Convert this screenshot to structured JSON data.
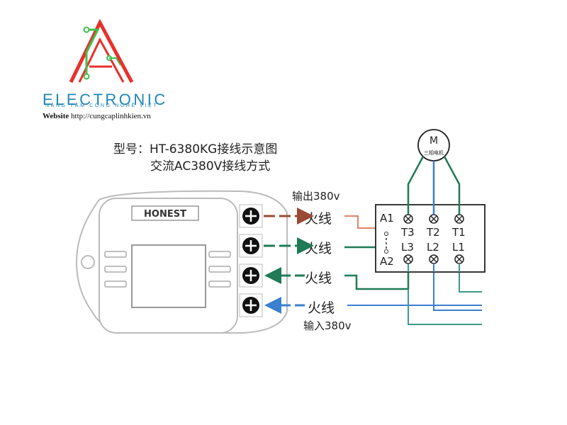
{
  "logo": {
    "letter": "A",
    "brand": "ELECTRONIC",
    "tagline": "NÂNG TẦM CÔNG NGHỆ VIỆT",
    "website_label": "Website",
    "website_url": "http://cungcaplinhkien.vn",
    "colors": {
      "red": "#e8302a",
      "green": "#3fbf4a",
      "blue": "#1f86b8"
    }
  },
  "diagram": {
    "title": "型号：HT-6380KG接线示意图",
    "subtitle": "交流AC380V接线方式",
    "device_brand": "HONEST",
    "output_label": "输出380v",
    "input_label": "输入380v",
    "wire_labels": [
      "火线",
      "火线",
      "火线",
      "火线"
    ],
    "motor": {
      "symbol": "M",
      "caption": "三相电机"
    },
    "contactor": {
      "a1": "A1",
      "a2": "A2",
      "terminals_top": [
        "T3",
        "T2",
        "T1"
      ],
      "terminals_bottom": [
        "L3",
        "L2",
        "L1"
      ]
    },
    "wire_colors": {
      "brown": "#9b4a35",
      "green": "#1f7a55",
      "teal": "#3c9a8a",
      "blue": "#3a7fd0",
      "salmon": "#e0826a"
    }
  }
}
